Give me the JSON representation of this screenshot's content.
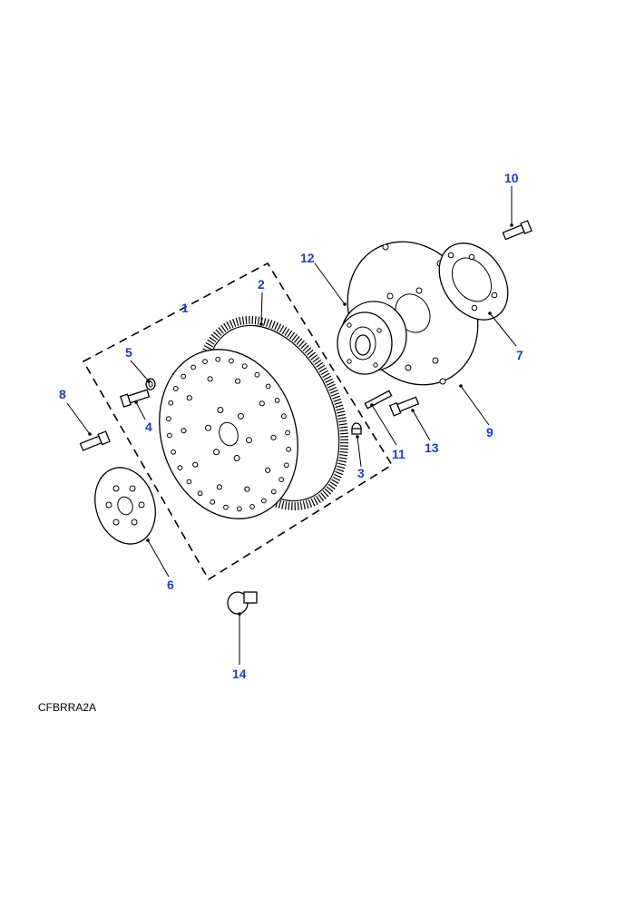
{
  "drawing_code": "CFBRRA2A",
  "callouts": {
    "c1": "1",
    "c2": "2",
    "c3": "3",
    "c4": "4",
    "c5": "5",
    "c6": "6",
    "c7": "7",
    "c8": "8",
    "c9": "9",
    "c10": "10",
    "c11": "11",
    "c12": "12",
    "c13": "13",
    "c14": "14"
  },
  "colors": {
    "callout": "#1a3ccf",
    "line": "#000000",
    "background": "#ffffff"
  }
}
